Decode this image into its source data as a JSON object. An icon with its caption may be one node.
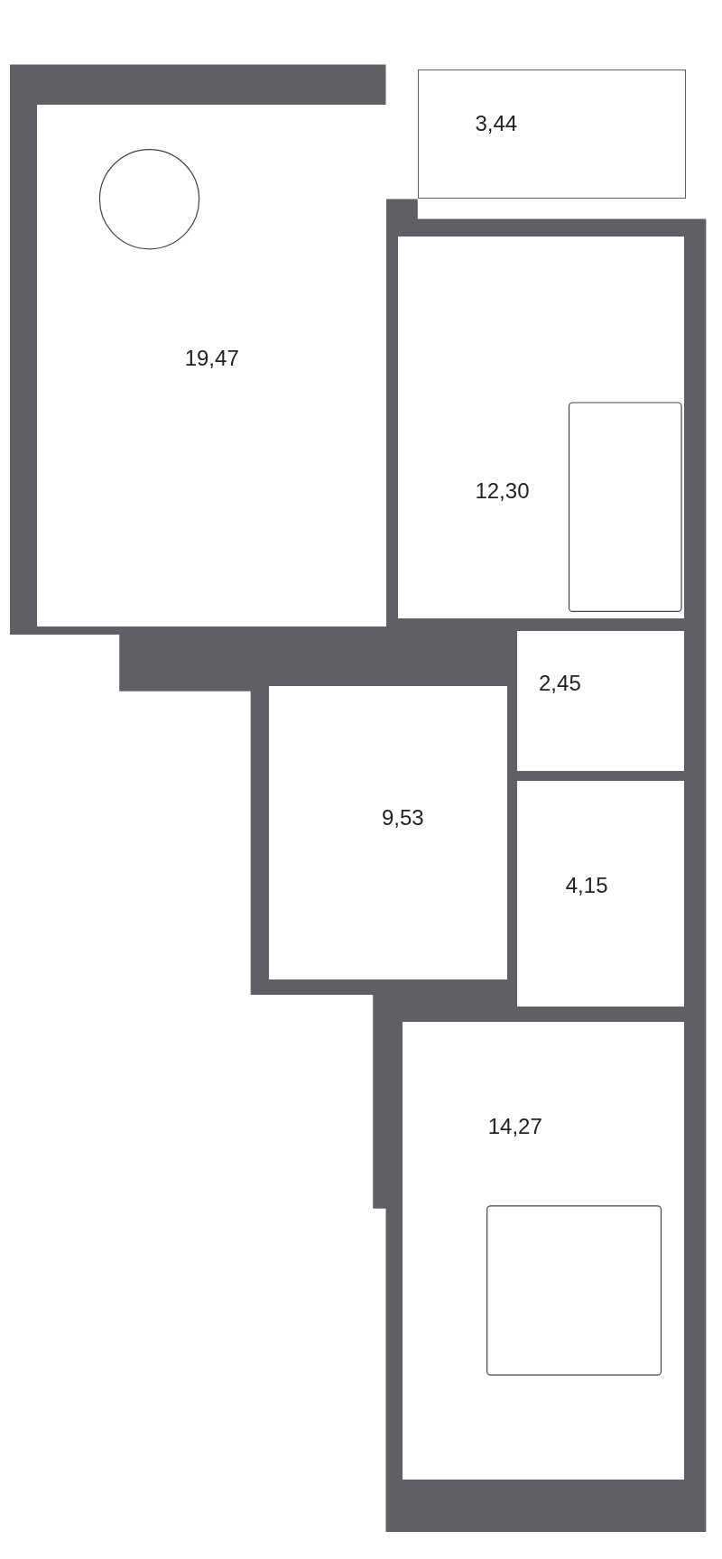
{
  "diagram": {
    "nodes": [
      {
        "text": [
          "3,44"
        ]
      },
      {
        "text": [
          "19,47"
        ]
      },
      {
        "text": [
          "12,30"
        ]
      },
      {
        "text": [
          "2,45"
        ]
      },
      {
        "text": [
          "9,53"
        ]
      },
      {
        "text": [
          "4,15"
        ]
      },
      {
        "text": [
          "14,27"
        ]
      }
    ]
  }
}
